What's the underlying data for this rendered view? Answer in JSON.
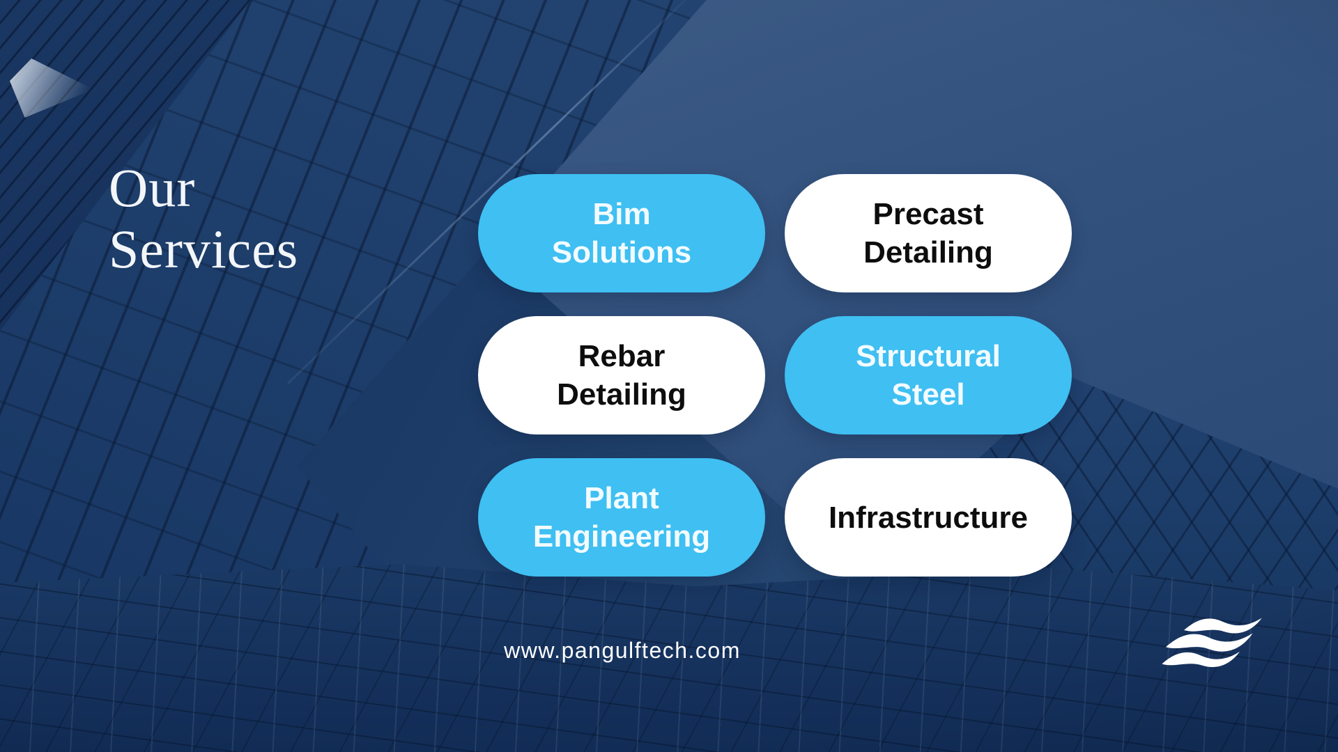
{
  "slide": {
    "title": {
      "line1": "Our",
      "line2": "Services"
    },
    "website": "www.pangulftech.com"
  },
  "services": [
    {
      "label": "Bim Solutions",
      "lines": [
        "Bim",
        "Solutions"
      ],
      "variant": "blue"
    },
    {
      "label": "Precast Detailing",
      "lines": [
        "Precast",
        "Detailing"
      ],
      "variant": "white"
    },
    {
      "label": "Rebar Detailing",
      "lines": [
        "Rebar",
        "Detailing"
      ],
      "variant": "white"
    },
    {
      "label": "Structural Steel",
      "lines": [
        "Structural",
        "Steel"
      ],
      "variant": "blue"
    },
    {
      "label": "Plant Engineering",
      "lines": [
        "Plant",
        "Engineering"
      ],
      "variant": "blue"
    },
    {
      "label": "Infrastructure",
      "lines": [
        "Infrastructure"
      ],
      "variant": "white"
    }
  ],
  "logo": {
    "name": "pan-gulf-wave-logo",
    "color": "#ffffff"
  },
  "colors": {
    "accent_blue": "#3fbff2",
    "pill_white": "#ffffff",
    "pill_text_dark": "#0d0d0d",
    "pill_text_light": "#f2fbff",
    "background_navy": "#1b3a66",
    "background_slate": "#31507c",
    "title_white": "#f3f6f9"
  }
}
